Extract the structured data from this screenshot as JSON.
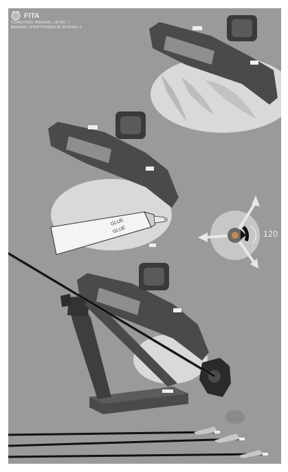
{
  "header": {
    "brand": "FITA",
    "subtitle_line1": "Coaching Manual Level 1",
    "subtitle_line2": "Manuel d'Entraineur Niveau 1"
  },
  "tube": {
    "label_line1": "GLUE",
    "label_line2": "GLUE"
  },
  "fletching_indicator": {
    "angle_label": "120"
  },
  "icons": {
    "logo": "fita-logo-icon"
  },
  "colors": {
    "background": "#9a9a9a",
    "ellipse": "#d9d9d9",
    "jig_body": "#4a4a4a",
    "arrow_shaft": "#111111"
  }
}
